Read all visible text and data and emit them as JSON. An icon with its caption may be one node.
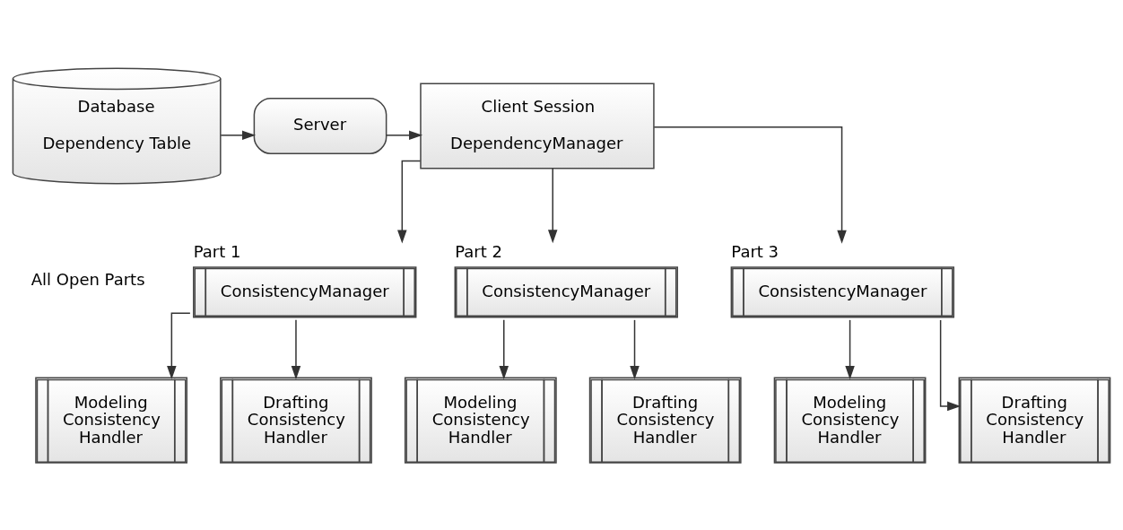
{
  "diagram": {
    "nodes": [
      {
        "text": [
          "Database",
          "Dependency Table"
        ]
      },
      {
        "text": [
          "Server"
        ]
      },
      {
        "text": [
          "Client Session",
          "DependencyManager"
        ]
      },
      {
        "text": [
          "Part 1",
          "ConsistencyManager"
        ]
      },
      {
        "text": [
          "Part 2",
          "ConsistencyManager"
        ]
      },
      {
        "text": [
          "Part 3",
          "ConsistencyManager"
        ]
      },
      {
        "text": [
          "Modeling Consistency Handler"
        ]
      },
      {
        "text": [
          "Drafting Consistency Handler"
        ]
      },
      {
        "text": [
          "Modeling Consistency Handler"
        ]
      },
      {
        "text": [
          "Drafting Consistency Handler"
        ]
      },
      {
        "text": [
          "Modeling Consistency Handler"
        ]
      },
      {
        "text": [
          "Drafting Consistency Handler"
        ]
      }
    ],
    "edges": [
      {
        "from": 0,
        "to": 1,
        "arrow": "to"
      },
      {
        "from": 1,
        "to": 2,
        "arrow": "to"
      },
      {
        "from": 2,
        "to": 3,
        "arrow": "to"
      },
      {
        "from": 2,
        "to": 4,
        "arrow": "to"
      },
      {
        "from": 2,
        "to": 5,
        "arrow": "to"
      },
      {
        "from": 3,
        "to": 6,
        "arrow": "to"
      },
      {
        "from": 3,
        "to": 7,
        "arrow": "to"
      },
      {
        "from": 4,
        "to": 8,
        "arrow": "to"
      },
      {
        "from": 4,
        "to": 9,
        "arrow": "to"
      },
      {
        "from": 5,
        "to": 10,
        "arrow": "to"
      },
      {
        "from": 5,
        "to": 11,
        "arrow": "to"
      }
    ],
    "labels": [
      "All Open Parts"
    ]
  }
}
